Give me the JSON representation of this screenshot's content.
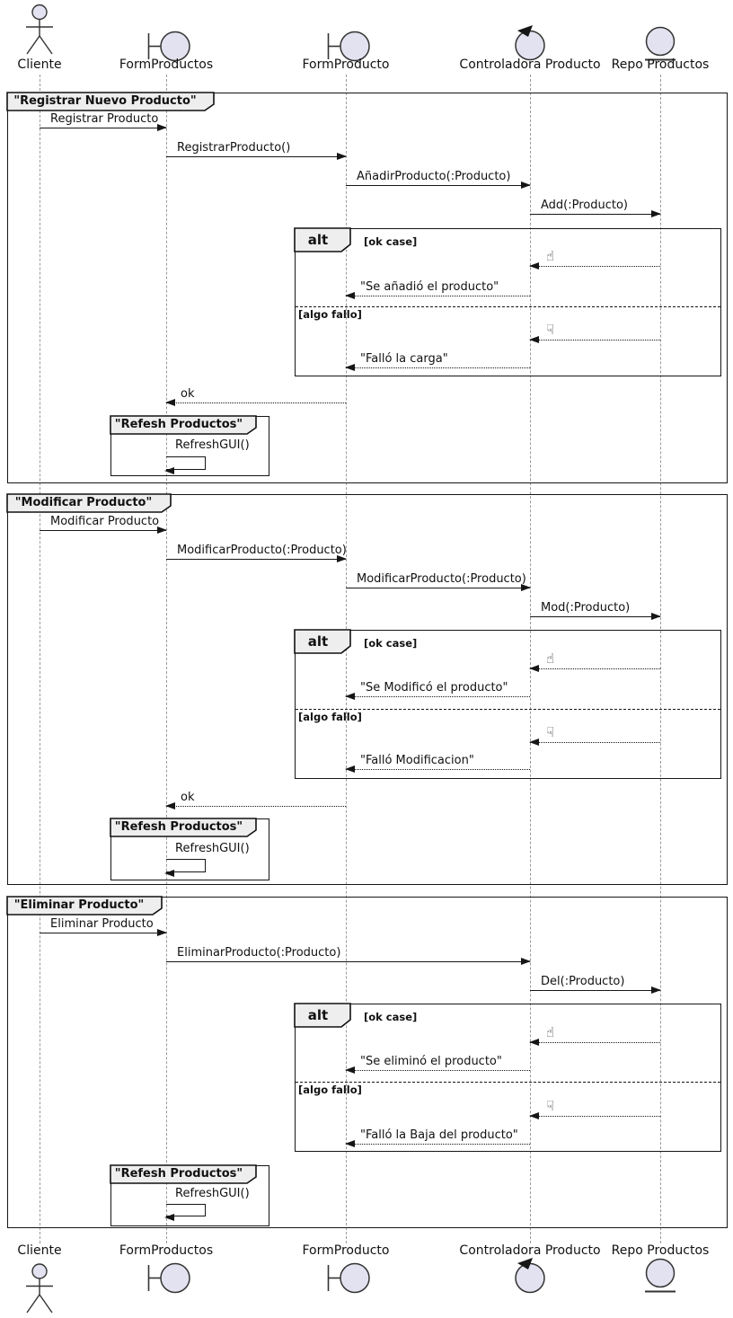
{
  "participants": [
    {
      "name": "Cliente",
      "type": "actor"
    },
    {
      "name": "FormProductos",
      "type": "boundary"
    },
    {
      "name": "FormProducto",
      "type": "boundary"
    },
    {
      "name": "Controladora Producto",
      "type": "control"
    },
    {
      "name": "Repo Productos",
      "type": "entity"
    }
  ],
  "icons": {
    "thumbs_up": "☝",
    "thumbs_down": "☟"
  },
  "colors": {
    "icon_fill": "#E2E2F0",
    "tab_fill": "#EEEEEE",
    "line": "#161616"
  },
  "frames": [
    {
      "title": "\"Registrar Nuevo Producto\"",
      "alt": {
        "operator": "alt",
        "guard_ok": "[ok case]",
        "guard_fail": "[algo fallo]"
      },
      "inner_title": "\"Refesh Productos\"",
      "messages": {
        "m1": "Registrar Producto",
        "m2": "RegistrarProducto()",
        "m3": "AñadirProducto(:Producto)",
        "m4": "Add(:Producto)",
        "ok_reply": "\"Se añadió el producto\"",
        "fail_reply": "\"Falló la carga\"",
        "ok": "ok",
        "refresh": "RefreshGUI()"
      }
    },
    {
      "title": "\"Modificar Producto\"",
      "alt": {
        "operator": "alt",
        "guard_ok": "[ok case]",
        "guard_fail": "[algo fallo]"
      },
      "inner_title": "\"Refesh Productos\"",
      "messages": {
        "m1": "Modificar Producto",
        "m2": "ModificarProducto(:Producto)",
        "m3": "ModificarProducto(:Producto)",
        "m4": "Mod(:Producto)",
        "ok_reply": "\"Se Modificó el producto\"",
        "fail_reply": "\"Falló Modificacion\"",
        "ok": "ok",
        "refresh": "RefreshGUI()"
      }
    },
    {
      "title": "\"Eliminar Producto\"",
      "alt": {
        "operator": "alt",
        "guard_ok": "[ok case]",
        "guard_fail": "[algo fallo]"
      },
      "inner_title": "\"Refesh Productos\"",
      "messages": {
        "m1": "Eliminar Producto",
        "m2": "EliminarProducto(:Producto)",
        "m3": "Del(:Producto)",
        "ok_reply": "\"Se eliminó el producto\"",
        "fail_reply": "\"Falló la Baja del producto\"",
        "refresh": "RefreshGUI()"
      }
    }
  ]
}
